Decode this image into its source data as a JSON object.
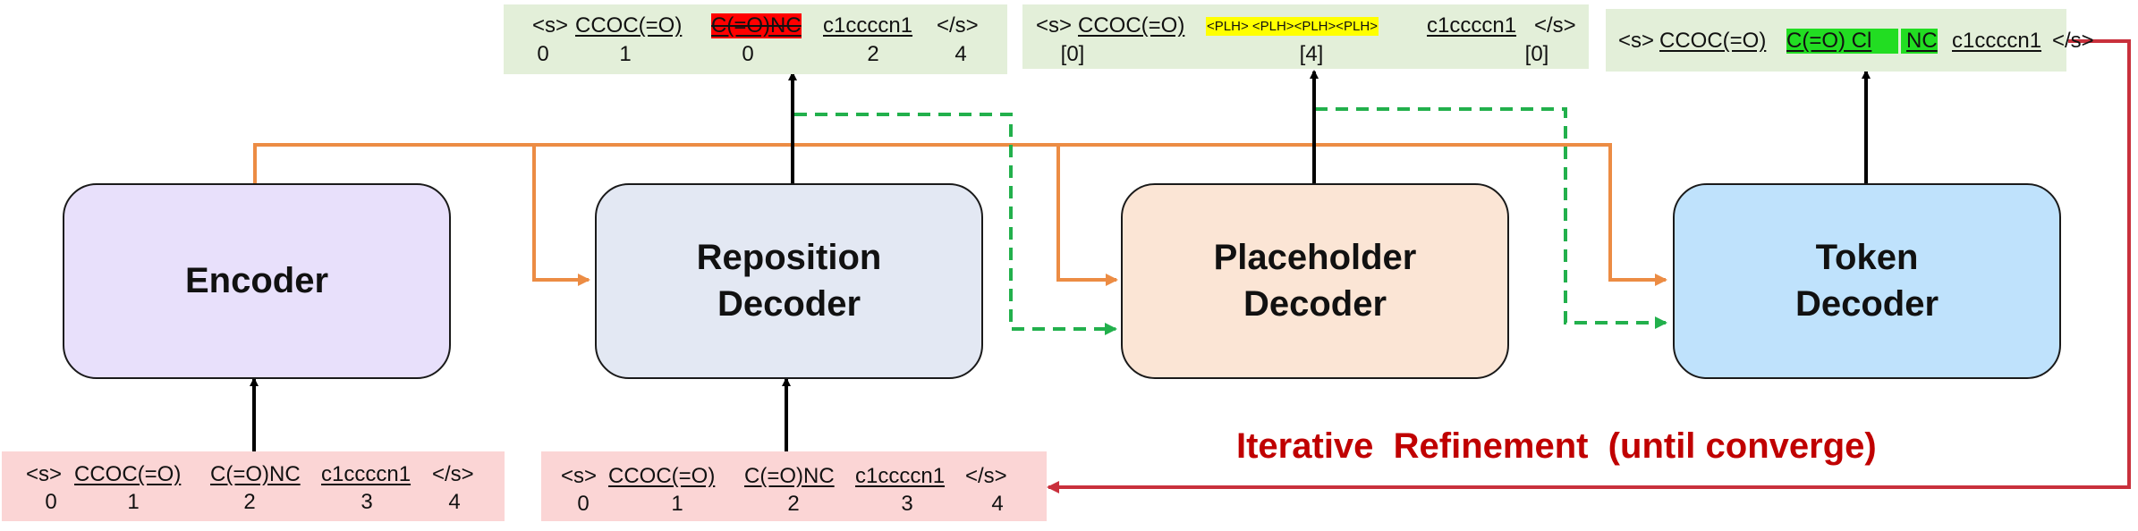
{
  "modules": {
    "encoder": "Encoder",
    "reposition": "Reposition Decoder",
    "placeholder": "Placeholder Decoder",
    "token": "Token Decoder"
  },
  "inputs": {
    "encoder_input": {
      "tokens": [
        "<s>",
        "CCOC(=O)",
        "C(=O)NC",
        "c1ccccn1",
        "</s>"
      ],
      "indices": [
        "0",
        "1",
        "2",
        "3",
        "4"
      ]
    },
    "reposition_input": {
      "tokens": [
        "<s>",
        "CCOC(=O)",
        "C(=O)NC",
        "c1ccccn1",
        "</s>"
      ],
      "indices": [
        "0",
        "1",
        "2",
        "3",
        "4"
      ]
    }
  },
  "outputs": {
    "reposition_output": {
      "tokens": [
        "<s>",
        "CCOC(=O)",
        "C(=O)NC",
        "c1ccccn1",
        "</s>"
      ],
      "indices": [
        "0",
        "1",
        "0",
        "2",
        "4"
      ]
    },
    "placeholder_output": {
      "tokens": [
        "<s>",
        "CCOC(=O)",
        "<PLH> <PLH><PLH><PLH>",
        "c1ccccn1",
        "</s>"
      ],
      "indices": [
        "[0]",
        "[4]",
        "[0]"
      ]
    },
    "token_output": {
      "tokens": [
        "<s>",
        "CCOC(=O)",
        "C(=O) Cl",
        "NC",
        "c1ccccn1",
        "</s>"
      ]
    }
  },
  "loop_label": "Iterative  Refinement  (until converge)",
  "colors": {
    "encoder_fill": "#e8e0fb",
    "reposition_fill": "#e3e8f3",
    "placeholder_fill": "#fbe5d5",
    "token_fill": "#bfe2fc",
    "input_bg": "#fbd5d5",
    "output_bg": "#e3efd9",
    "orange_line": "#ec8c44",
    "green_dash": "#22b04c",
    "red_loop": "#c9303c",
    "delete_highlight": "#ff0000",
    "placeholder_highlight": "#ffff00",
    "insert_highlight": "#22dd22"
  }
}
